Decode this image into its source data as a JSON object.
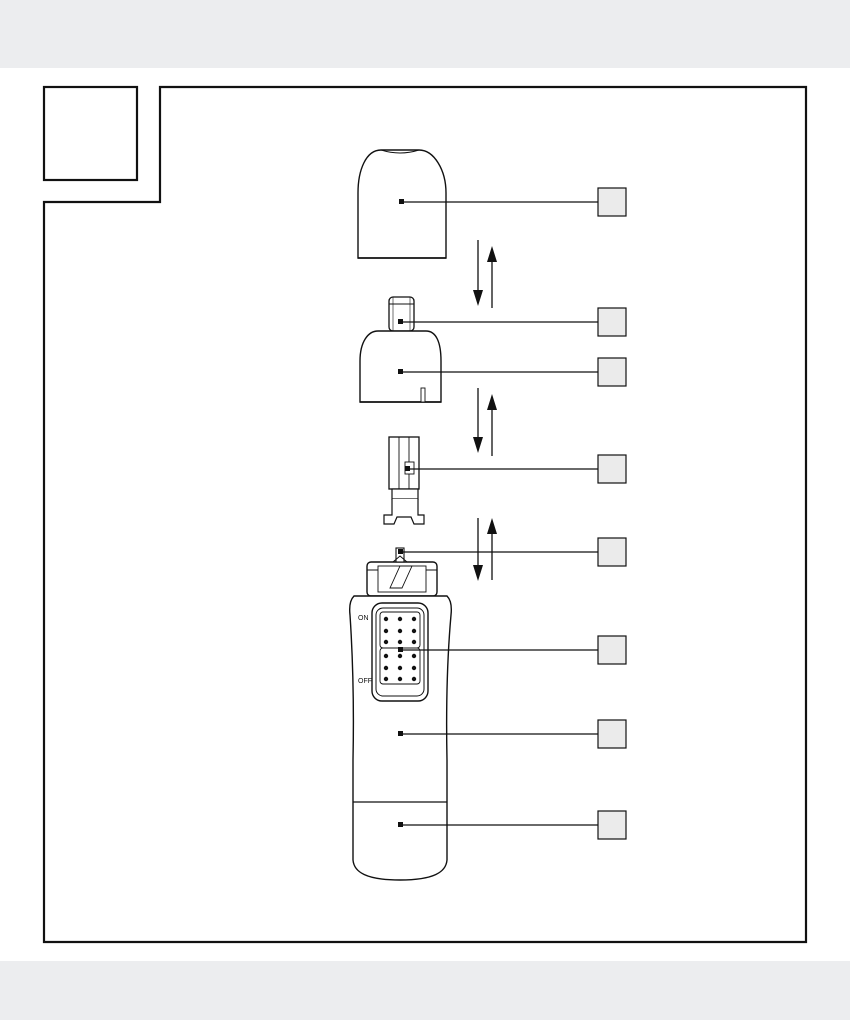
{
  "figure": {
    "switch_on_label": "ON",
    "switch_off_label": "OFF",
    "callout_count": 8,
    "colors": {
      "ink": "#111111",
      "page": "#ffffff",
      "margin": "#ecedef",
      "callout_box": "#ebebeb"
    }
  }
}
